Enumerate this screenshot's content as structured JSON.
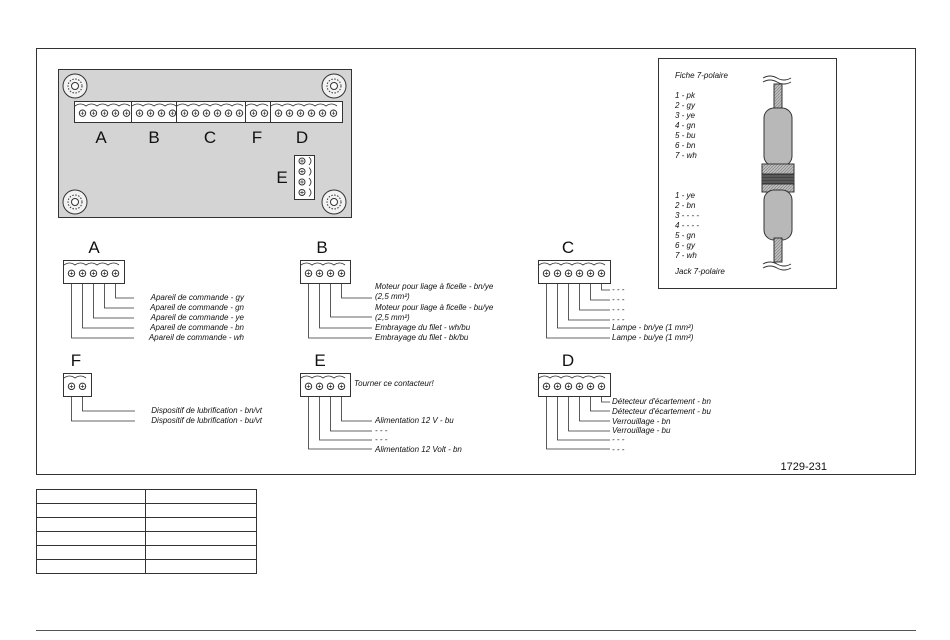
{
  "connectors": {
    "board": {
      "A": "A",
      "B": "B",
      "C": "C",
      "F": "F",
      "D": "D",
      "E": "E"
    },
    "A": {
      "title": "A",
      "wires": [
        "Apareil de commande - gy",
        "Apareil de commande - gn",
        "Apareil de commande - ye",
        "Apareil de commande - bn",
        "Apareil de commande - wh"
      ]
    },
    "B": {
      "title": "B",
      "wires": [
        "Moteur pour liage à ficelle - bn/ye",
        "(2,5 mm²)",
        "Moteur pour liage à ficelle - bu/ye",
        "(2,5 mm²)",
        "Embrayage du filet - wh/bu",
        "Embrayage du filet - bk/bu"
      ]
    },
    "C": {
      "title": "C",
      "wires": [
        "- - -",
        "- - -",
        "- - -",
        "- - -",
        "Lampe - bn/ye (1 mm²)",
        "Lampe - bu/ye (1 mm²)"
      ]
    },
    "F": {
      "title": "F",
      "wires": [
        "Dispositif de lubrification - bn/vt",
        "Dispositif de lubrification - bu/vt"
      ]
    },
    "E": {
      "title": "E",
      "note": "Tourner ce contacteur!",
      "wires": [
        "Alimentation 12 V - bu",
        "- - -",
        "- - -",
        "Alimentation 12 Volt - bn"
      ]
    },
    "D": {
      "title": "D",
      "wires": [
        "Détecteur d'écartement - bn",
        "Détecteur d'écartement - bu",
        "Verrouillage - bn",
        "Verrouillage - bu",
        "- - -",
        "- - -"
      ]
    }
  },
  "plug7": {
    "title": "Fiche 7-polaire",
    "pins": [
      "1 - pk",
      "2 - gy",
      "3 - ye",
      "4 - gn",
      "5 - bu",
      "6 - bn",
      "7 - wh"
    ]
  },
  "jack7": {
    "title": "Jack 7-polaire",
    "pins": [
      "1 - ye",
      "2 - bn",
      "3 - - - -",
      "4 - - - -",
      "5 - gn",
      "6 - gy",
      "7 - wh"
    ]
  },
  "figure_ref": "1729-231",
  "colors": {
    "board_fill": "#d4d4d4",
    "line": "#333333",
    "connector_fill": "#ffffff"
  },
  "table": {
    "rows": [
      [
        "",
        ""
      ],
      [
        "",
        ""
      ],
      [
        "",
        ""
      ],
      [
        "",
        ""
      ],
      [
        "",
        ""
      ],
      [
        "",
        ""
      ]
    ]
  }
}
